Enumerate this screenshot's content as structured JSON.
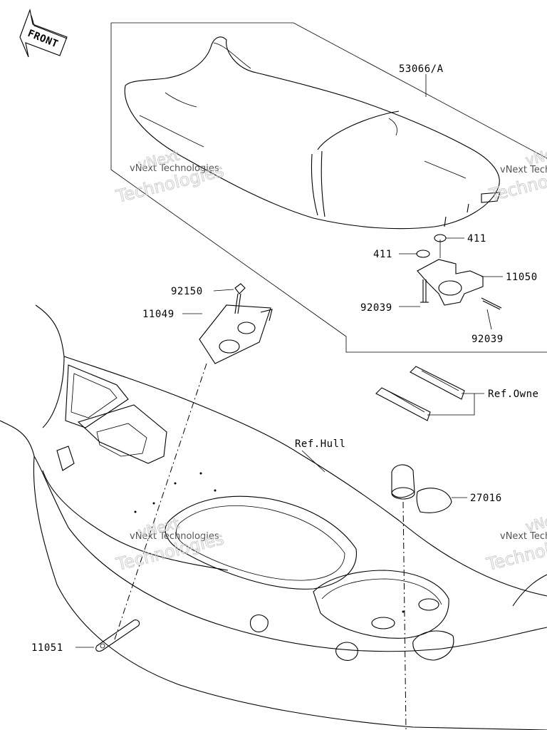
{
  "front_badge": "FRONT",
  "watermark": {
    "small": "vNext Technologies",
    "big_top": "vNext",
    "big_bottom": "Technologies"
  },
  "labels": {
    "seat": "53066/A",
    "washer_upper": "411",
    "washer_left": "411",
    "bracket_right": "11050",
    "bolt": "92150",
    "pin_left": "92039",
    "bracket_left": "11049",
    "pin_right": "92039",
    "owner": "Ref.Owne",
    "hull": "Ref.Hull",
    "light": "27016",
    "strap": "11051"
  }
}
